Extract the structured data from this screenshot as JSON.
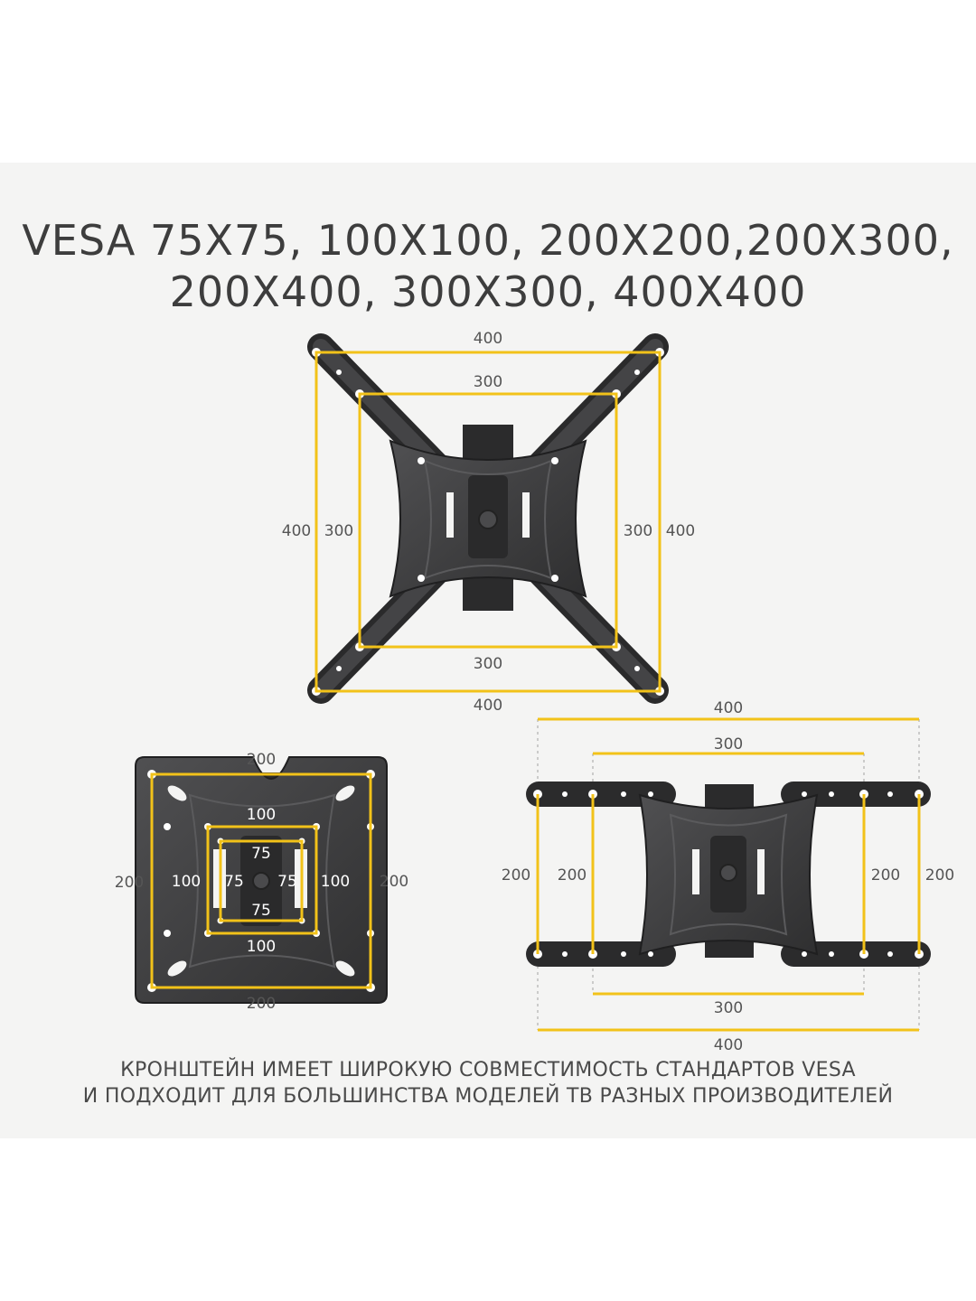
{
  "heading": {
    "line1": "VESA 75X75, 100X100, 200X200,200X300,",
    "line2": "200X400, 300X300, 400X400"
  },
  "caption": {
    "line1": "КРОНШТЕЙН ИМЕЕТ ШИРОКУЮ СОВМЕСТИМОСТЬ СТАНДАРТОВ VESA",
    "line2": "И ПОДХОДИТ ДЛЯ БОЛЬШИНСТВА МОДЕЛЕЙ ТВ РАЗНЫХ ПРОИЗВОДИТЕЛЕЙ"
  },
  "top_view": {
    "outer_top": "400",
    "inner_top": "300",
    "outer_left": "400",
    "inner_left": "300",
    "inner_right": "300",
    "outer_right": "400",
    "inner_bottom": "300",
    "outer_bottom": "400"
  },
  "plate_view": {
    "outer_top": "200",
    "mid_top": "100",
    "small_top": "75",
    "outer_left": "200",
    "mid_left": "100",
    "small_left": "75",
    "small_right": "75",
    "mid_right": "100",
    "outer_right": "200",
    "small_bottom": "75",
    "mid_bottom": "100",
    "outer_bottom": "200"
  },
  "wide_view": {
    "outer_top": "400",
    "inner_top": "300",
    "outer_left": "200",
    "inner_left": "200",
    "inner_right": "200",
    "outer_right": "200",
    "inner_bottom": "300",
    "outer_bottom": "400"
  },
  "colors": {
    "frame": "#f2c219",
    "metal": "#3a3a3b",
    "metal_edge": "#1e1e1f",
    "background": "#f4f4f3"
  }
}
